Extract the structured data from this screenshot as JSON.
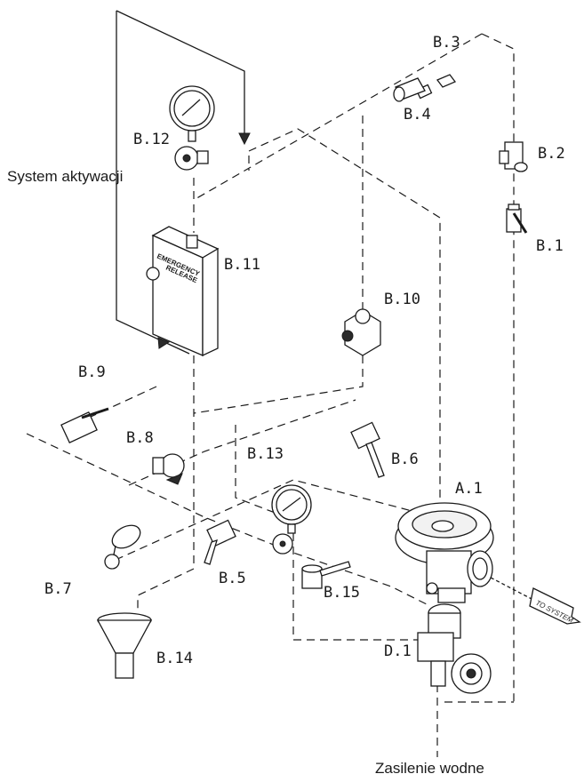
{
  "captions": {
    "activation_system": "System aktywacji",
    "water_supply": "Zasilenie wodne"
  },
  "labels": {
    "a1": "A.1",
    "b1": "B.1",
    "b2": "B.2",
    "b3": "B.3",
    "b4": "B.4",
    "b5": "B.5",
    "b6": "B.6",
    "b7": "B.7",
    "b8": "B.8",
    "b9": "B.9",
    "b10": "B.10",
    "b11": "B.11",
    "b12": "B.12",
    "b13": "B.13",
    "b14": "B.14",
    "b15": "B.15",
    "d1": "D.1"
  },
  "emergency_box": {
    "line1": "EMERGENCY",
    "line2": "RELEASE"
  },
  "arrow_tag": "TO SYSTEM"
}
